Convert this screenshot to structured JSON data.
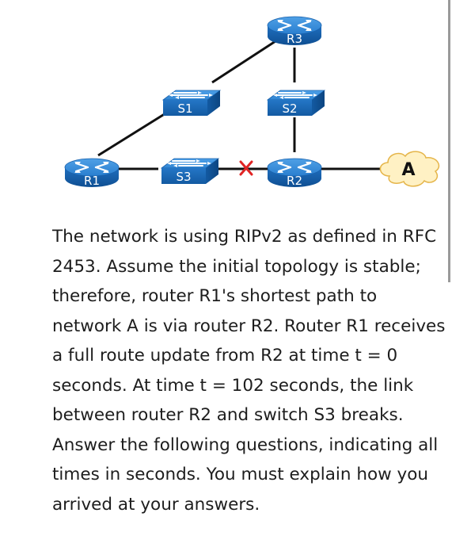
{
  "diagram": {
    "routers": {
      "r1": "R1",
      "r2": "R2",
      "r3": "R3"
    },
    "switches": {
      "s1": "S1",
      "s2": "S2",
      "s3": "S3"
    },
    "network": "A",
    "broken_link_mark": "link-break-x",
    "colors": {
      "device_blue": "#1f72c2",
      "device_blue_dark": "#0e4d8f",
      "link": "#111111",
      "break_mark": "#e02424",
      "cloud_fill": "#fff1c4",
      "cloud_stroke": "#e5b54a"
    }
  },
  "question": {
    "text": "The network is using RIPv2 as defined in RFC 2453. Assume the initial topology is stable; therefore, router R1's shortest path to network A is via router R2. Router R1 receives a full route update from R2 at time t = 0 seconds. At time t = 102 seconds, the link between router R2 and switch S3 breaks. Answer the following questions, indicating all times in seconds. You must explain how you arrived at your answers."
  }
}
